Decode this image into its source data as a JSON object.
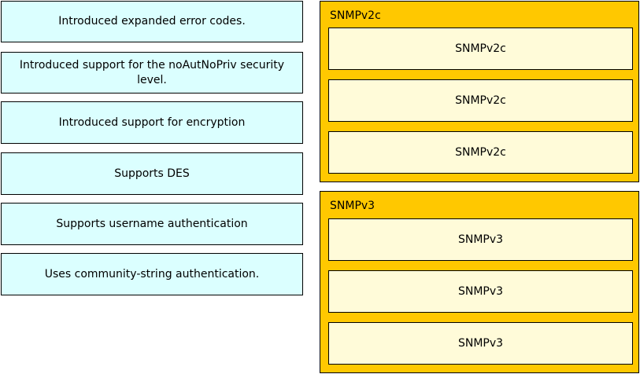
{
  "features": [
    {
      "text": "Introduced expanded error codes."
    },
    {
      "text": "Introduced support for the noAutNoPriv security level."
    },
    {
      "text": "Introduced support for encryption"
    },
    {
      "text": "Supports DES"
    },
    {
      "text": "Supports username authentication"
    },
    {
      "text": "Uses community-string authentication."
    }
  ],
  "targets": {
    "snmpv2c": {
      "title": "SNMPv2c",
      "slots": [
        "SNMPv2c",
        "SNMPv2c",
        "SNMPv2c"
      ]
    },
    "snmpv3": {
      "title": "SNMPv3",
      "slots": [
        "SNMPv3",
        "SNMPv3",
        "SNMPv3"
      ]
    }
  },
  "colors": {
    "item_background": "#dbffff",
    "group_background": "#ffc800",
    "slot_background": "#fffbd9",
    "border": "#000000"
  }
}
